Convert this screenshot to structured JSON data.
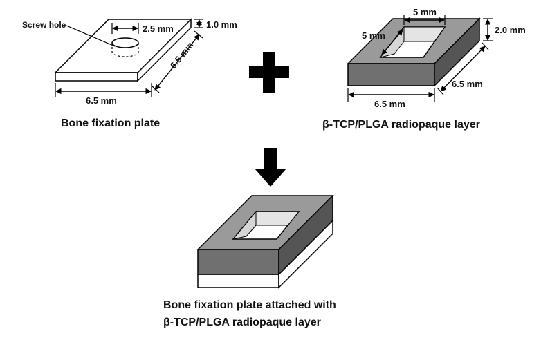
{
  "labels": {
    "screw_hole": "Screw hole",
    "plate_hole_diameter": "2.5 mm",
    "plate_thickness": "1.0 mm",
    "plate_width": "6.5 mm",
    "plate_depth": "6.5 mm",
    "plate_caption": "Bone fixation plate",
    "layer_window_width": "5 mm",
    "layer_window_depth": "5 mm",
    "layer_thickness": "2.0 mm",
    "layer_width": "6.5 mm",
    "layer_depth": "6.5 mm",
    "layer_caption": "β-TCP/PLGA radiopaque layer",
    "result_caption_line1": "Bone fixation plate attached with",
    "result_caption_line2": "β-TCP/PLGA radiopaque layer"
  },
  "colors": {
    "layer_top": "#9a9a9a",
    "layer_front": "#707070",
    "layer_side": "#555555",
    "plate_fill": "#ffffff",
    "window_inner": "#d6d6d6",
    "stroke": "#000000"
  },
  "symbols": {
    "plus": "plus-icon",
    "arrow": "arrow-down-icon"
  }
}
